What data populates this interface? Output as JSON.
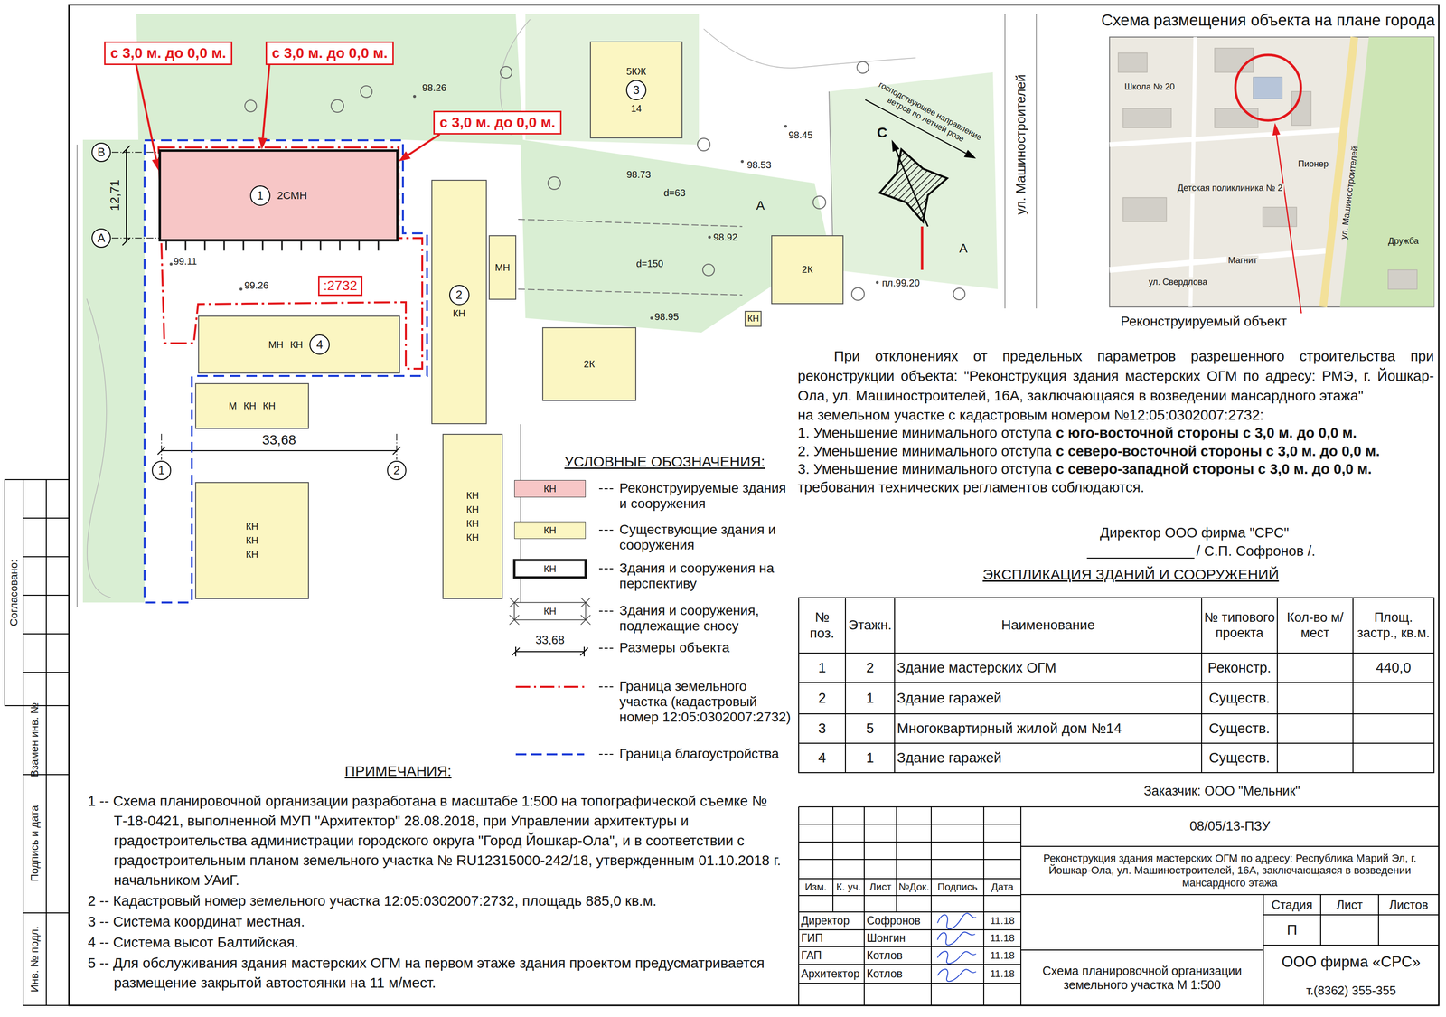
{
  "diagram": {
    "nodes": [
      {
        "text": [
          "с 3,0 м. до 0,0 м."
        ]
      },
      {
        "text": [
          "с 3,0 м. до 0,0 м."
        ]
      },
      {
        "text": [
          "с 3,0 м. до 0,0 м."
        ]
      },
      {
        "text": [
          "1",
          "2СМН"
        ]
      },
      {
        "text": [
          ":2732"
        ]
      },
      {
        "text": [
          "2",
          "КН"
        ]
      },
      {
        "text": [
          "5КЖ",
          "3",
          "14"
        ]
      },
      {
        "text": [
          "МН",
          "КН",
          "4"
        ]
      },
      {
        "text": [
          "М",
          "КН",
          "КН"
        ]
      },
      {
        "text": [
          "КН",
          "КН",
          "КН",
          "КН"
        ]
      },
      {
        "text": [
          "МН"
        ]
      },
      {
        "text": [
          "2К"
        ]
      },
      {
        "text": [
          "2К"
        ]
      },
      {
        "text": [
          "КН"
        ]
      },
      {
        "text": [
          "КН",
          "КН",
          "КН"
        ]
      }
    ],
    "edges": [
      {
        "from": 0,
        "to": 3,
        "arrow": "to"
      },
      {
        "from": 1,
        "to": 3,
        "arrow": "to"
      },
      {
        "from": 2,
        "to": 3,
        "arrow": "to"
      }
    ],
    "labels": [
      "В",
      "А",
      "12,71",
      "1",
      "2",
      "33,68",
      "98.26",
      "98.53",
      "98.45",
      "99.11",
      "99.26",
      "98.92",
      "d=150",
      "d=63",
      "98.95",
      "98.73",
      "пл.99.20",
      "А",
      "А",
      "С",
      "господствующее направление ветров по летней розе",
      "ул. Машиностроителей",
      "Схема размещения объекта на плане города",
      "Школа № 20",
      "Детская поликлиника № 2",
      "Пионер",
      "Магнит",
      "Дружба",
      "ул. Свердлова",
      "ул. Машиностроителей",
      "Реконструируемый объект",
      "При отклонениях от предельных параметров разрешенного строительства при реконструкции объекта: \"Реконструкция здания мастерских ОГМ по адресу: РМЭ, г. Йошкар-Ола, ул. Машиностроителей, 16А, заключающаяся в возведении мансардного этажа\"",
      "на земельном участке с кадастровым номером №12:05:0302007:2732:",
      "1. Уменьшение минимального отступа",
      "с юго-восточной стороны с 3,0 м. до 0,0 м.",
      "2. Уменьшение минимального отступа",
      "с северо-восточной стороны с 3,0 м. до 0,0 м.",
      "3. Уменьшение минимального отступа",
      "с северо-западной стороны с 3,0 м. до 0,0 м.",
      "требования технических регламентов соблюдаются.",
      "Директор ООО фирма \"СРС\"",
      "/ С.П. Софронов /.",
      "УСЛОВНЫЕ ОБОЗНАЧЕНИЯ:",
      "КН",
      "КН",
      "КН",
      "КН",
      "33,68",
      "ЭКСПЛИКАЦИЯ ЗДАНИЙ И СООРУЖЕНИЙ",
      "№ поз.",
      "Этажн.",
      "Наименование",
      "№ типового проекта",
      "Кол-во м/мест",
      "Площ. застр., кв.м.",
      "1",
      "2",
      "Здание мастерских ОГМ",
      "Реконстр.",
      "440,0",
      "2",
      "1",
      "Здание гаражей",
      "Существ.",
      "3",
      "5",
      "Многоквартирный жилой дом №14",
      "Существ.",
      "4",
      "1",
      "Здание гаражей",
      "Существ.",
      "ПРИМЕЧАНИЯ:",
      "1 -- Схема планировочной организации разработана в масштабе 1:500 на топографической съемке № Т-18-0421, выполненной МУП \"Архитектор\" 28.08.2018, при Управлении архитектуры и градостроительства администрации городского округа \"Город Йошкар-Ола\", и в соответствии с градостроительным планом земельного участка № RU12315000-242/18, утвержденным 01.10.2018 г. начальником УАиГ.",
      "2 -- Кадастровый номер земельного участка 12:05:0302007:2732, площадь 885,0 кв.м.",
      "3 -- Система координат местная.",
      "4 -- Система высот Балтийская.",
      "5 -- Для обслуживания здания мастерских ОГМ на первом этаже здания проектом предусматривается размещение закрытой автостоянки на 11 м/мест.",
      "Заказчик: ООО \"Мельник\"",
      "08/05/13-ПЗУ",
      "Реконструкция здания мастерских ОГМ по адресу: Республика Марий Эл, г. Йошкар-Ола, ул. Машиностроителей, 16А, заключающаяся в возведении мансардного этажа",
      "Изм.",
      "К. уч.",
      "Лист",
      "№Док.",
      "Подпись",
      "Дата",
      "Директор",
      "Софронов",
      "11.18",
      "ГИП",
      "Шонгин",
      "11.18",
      "ГАП",
      "Котлов",
      "11.18",
      "Архитектор",
      "Котлов",
      "11.18",
      "Стадия",
      "Лист",
      "Листов",
      "П",
      "Схема планировочной организации земельного участка М 1:500",
      "ООО фирма «СРС»",
      "т.(8362) 355-355",
      "Согласовано:",
      "Взамен инв. №",
      "Подпись и дата",
      "Инв. № подл."
    ],
    "legend": [
      {
        "text": "Реконструируемые здания и сооружения",
        "color": "#f7c6c6"
      },
      {
        "text": "Существующие здания и сооружения",
        "color": "#fbf6c2"
      },
      {
        "text": "Здания и сооружения на перспективу"
      },
      {
        "text": "Здания и сооружения, подлежащие сносу"
      },
      {
        "text": "Размеры объекта"
      },
      {
        "text": "Граница земельного участка (кадастровый номер 12:05:0302007:2732)"
      },
      {
        "text": "Граница благоустройства"
      }
    ]
  }
}
